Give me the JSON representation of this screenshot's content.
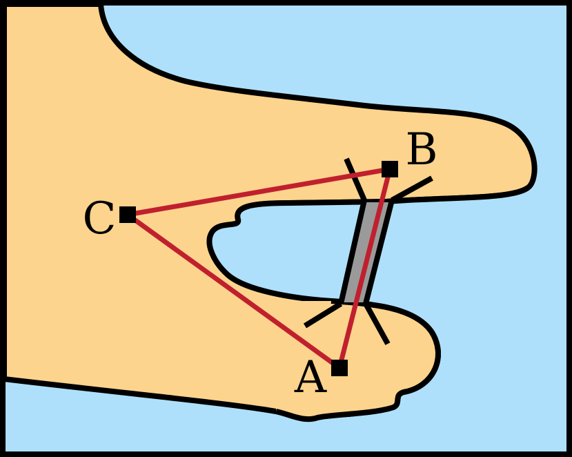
{
  "colors": {
    "water": "#aee0fb",
    "land": "#fdd48d",
    "outline": "#000000",
    "route": "#c0202e",
    "bridge_deck": "#9a9a9a"
  },
  "points": [
    {
      "id": "A",
      "label": "A"
    },
    {
      "id": "B",
      "label": "B"
    },
    {
      "id": "C",
      "label": "C"
    }
  ],
  "routes": [
    {
      "from": "C",
      "to": "B"
    },
    {
      "from": "C",
      "to": "A"
    },
    {
      "from": "A",
      "to": "B"
    }
  ],
  "bridge": {
    "connects": [
      "A",
      "B"
    ]
  }
}
